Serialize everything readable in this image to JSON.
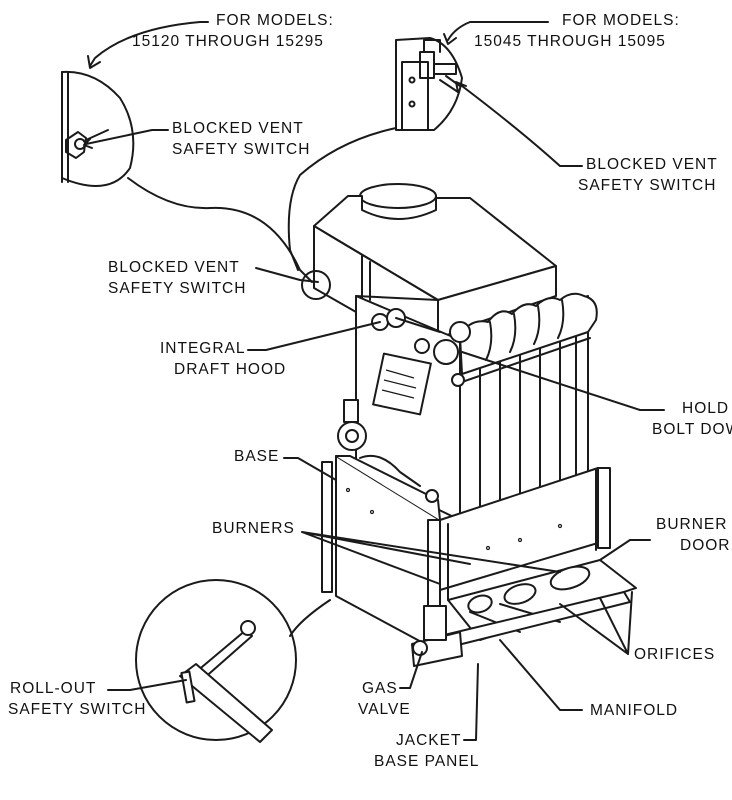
{
  "callouts": {
    "models_large": [
      "FOR MODELS:",
      "15120 THROUGH 15295"
    ],
    "models_small": [
      "FOR MODELS:",
      "15045 THROUGH 15095"
    ],
    "bvss_detail_left": [
      "BLOCKED VENT",
      "SAFETY SWITCH"
    ],
    "bvss_detail_right": [
      "BLOCKED VENT",
      "SAFETY SWITCH"
    ],
    "bvss_main": [
      "BLOCKED VENT",
      "SAFETY SWITCH"
    ],
    "draft_hood": [
      "INTEGRAL",
      "DRAFT HOOD"
    ],
    "hold_down": [
      "HOLD",
      "BOLT DOWN"
    ],
    "base": [
      "BASE"
    ],
    "burners": [
      "BURNERS"
    ],
    "burner_door": [
      "BURNER",
      "DOOR"
    ],
    "orifices": [
      "ORIFICES"
    ],
    "rollout": [
      "ROLL-OUT",
      "SAFETY SWITCH"
    ],
    "gas_valve": [
      "GAS",
      "VALVE"
    ],
    "manifold": [
      "MANIFOLD"
    ],
    "jacket": [
      "JACKET",
      "BASE PANEL"
    ]
  }
}
